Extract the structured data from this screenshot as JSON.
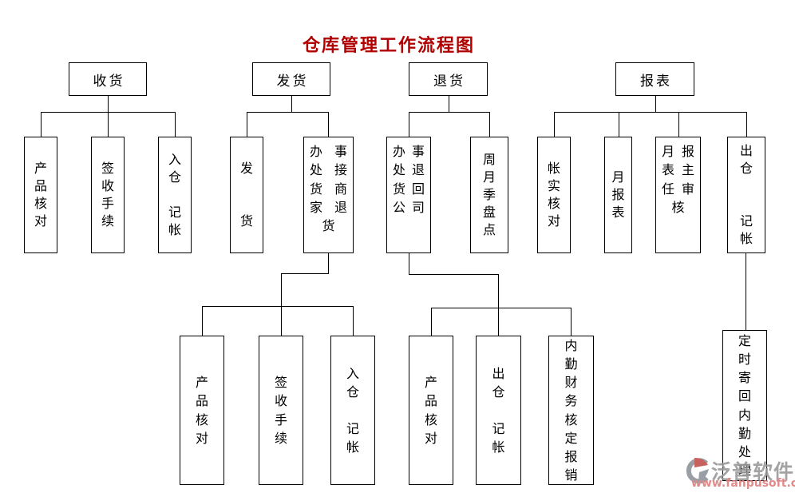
{
  "flow": {
    "title": "仓库管理工作流程图",
    "top": {
      "shouhuo": "收货",
      "fahuo": "发货",
      "tuihuo": "退货",
      "baobiao": "报表"
    },
    "nodes": {
      "chanpin_hedui": [
        "产",
        "品",
        "核",
        "对"
      ],
      "qianshou_shouxu": [
        "签",
        "收",
        "手",
        "续"
      ],
      "rucang_jizhang": [
        "入",
        "仓",
        "",
        "记",
        "帐"
      ],
      "fahuo_vertical": [
        "发",
        "",
        "",
        "货"
      ],
      "banshichu_jie_shangjia_tuihuo": [
        "办事",
        "处接",
        "货商",
        "家退",
        "货"
      ],
      "banshichu_tuihuo_hui_gongsi": [
        "办事",
        "处退",
        "货回",
        "公司"
      ],
      "zhou_yue_ji_pandian": [
        "周",
        "月",
        "季",
        "盘",
        "点"
      ],
      "zhangshi_hedui": [
        "帐",
        "实",
        "核",
        "对"
      ],
      "yue_baobiao": [
        "月",
        "报",
        "表"
      ],
      "yuebaobiao_zhuren_shenhe": [
        "月报",
        "表主",
        "任审",
        "核"
      ],
      "chucang_jizhang": [
        "出",
        "仓",
        "",
        "记",
        "帐"
      ],
      "chucang_jizhang_baobiao": [
        "出",
        "仓",
        "",
        "",
        "记",
        "帐"
      ],
      "neiqin_caiwu_heding_baoxiao": [
        "内",
        "勤",
        "财",
        "务",
        "核",
        "定",
        "报",
        "销"
      ],
      "dingshi_jihui_neiqin_chuli": [
        "定",
        "时",
        "寄",
        "回",
        "内",
        "勤",
        "处",
        "理"
      ]
    },
    "colors": {
      "title": "#b00000",
      "line": "#000000",
      "background": "#ffffff"
    }
  },
  "watermark": {
    "brand": "泛普软件",
    "url": "www.fanpusoft.com",
    "brand_color": "#9a9a9a",
    "url_color": "#dd7e7e",
    "logo_red": "#c0504d",
    "logo_gray": "#8e959c"
  }
}
